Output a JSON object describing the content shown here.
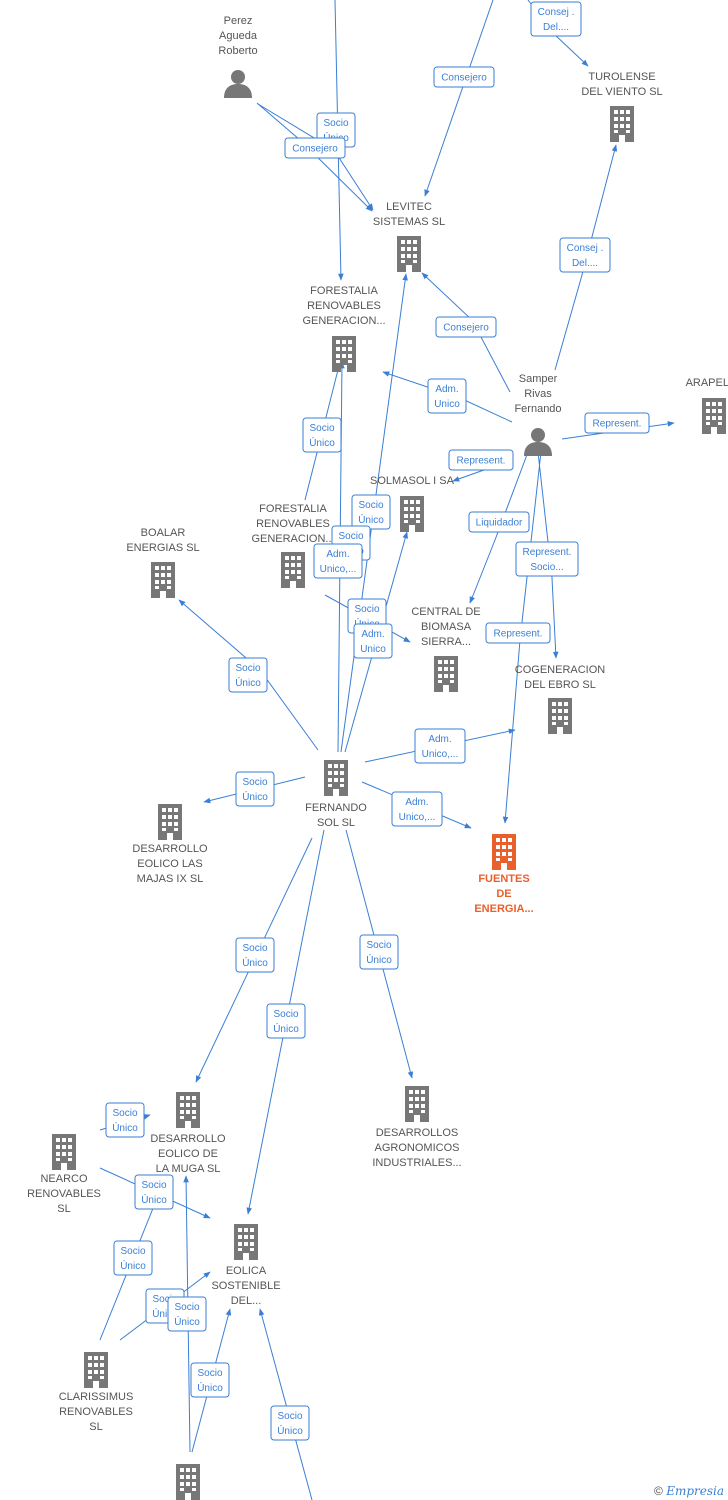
{
  "colors": {
    "edge": "#3a7fd5",
    "company": "#777777",
    "focus_company": "#e8602c",
    "person": "#777777"
  },
  "nodes": [
    {
      "id": "perez",
      "type": "person",
      "lines": [
        "Perez",
        "Agueda",
        "Roberto"
      ]
    },
    {
      "id": "turolense",
      "type": "company",
      "lines": [
        "TUROLENSE",
        "DEL VIENTO SL"
      ]
    },
    {
      "id": "levitec",
      "type": "company",
      "lines": [
        "LEVITEC",
        "SISTEMAS  SL"
      ]
    },
    {
      "id": "forestalia1",
      "type": "company",
      "lines": [
        "FORESTALIA",
        "RENOVABLES",
        "GENERACION..."
      ]
    },
    {
      "id": "samper",
      "type": "person",
      "lines": [
        "Samper",
        "Rivas",
        "Fernando"
      ]
    },
    {
      "id": "arapelle",
      "type": "company",
      "lines": [
        "ARAPELLE"
      ]
    },
    {
      "id": "solmasol",
      "type": "company",
      "lines": [
        "SOLMASOL I SA"
      ]
    },
    {
      "id": "forestalia2",
      "type": "company",
      "lines": [
        "FORESTALIA",
        "RENOVABLES",
        "GENERACION..."
      ]
    },
    {
      "id": "boalar",
      "type": "company",
      "lines": [
        "BOALAR",
        "ENERGIAS  SL"
      ]
    },
    {
      "id": "central",
      "type": "company",
      "lines": [
        "CENTRAL DE",
        "BIOMASA",
        "SIERRA..."
      ]
    },
    {
      "id": "cogeneracion",
      "type": "company",
      "lines": [
        "COGENERACION",
        "DEL EBRO  SL"
      ]
    },
    {
      "id": "fernando",
      "type": "company",
      "lines": [
        "FERNANDO",
        "SOL SL"
      ]
    },
    {
      "id": "desarrollo_majas",
      "type": "company",
      "lines": [
        "DESARROLLO",
        "EOLICO LAS",
        "MAJAS IX  SL"
      ]
    },
    {
      "id": "fuentes",
      "type": "company",
      "focus": true,
      "lines": [
        "FUENTES",
        "DE",
        "ENERGIA..."
      ]
    },
    {
      "id": "desarrollo_muga",
      "type": "company",
      "lines": [
        "DESARROLLO",
        "EOLICO DE",
        "LA MUGA SL"
      ]
    },
    {
      "id": "nearco",
      "type": "company",
      "lines": [
        "NEARCO",
        "RENOVABLES",
        "SL"
      ]
    },
    {
      "id": "desarrollos_agro",
      "type": "company",
      "lines": [
        "DESARROLLOS",
        "AGRONOMICOS",
        "INDUSTRIALES..."
      ]
    },
    {
      "id": "eolica",
      "type": "company",
      "lines": [
        "EOLICA",
        "SOSTENIBLE",
        "DEL..."
      ]
    },
    {
      "id": "clarissimus",
      "type": "company",
      "lines": [
        "CLARISSIMUS",
        "RENOVABLES",
        "SL"
      ]
    },
    {
      "id": "bottom_company",
      "type": "company",
      "lines": []
    }
  ],
  "edge_labels": [
    {
      "id": "consej_top",
      "lines": [
        "Consej .",
        "Del...."
      ]
    },
    {
      "id": "consejero_levitec",
      "lines": [
        "Consejero"
      ]
    },
    {
      "id": "socio_perez",
      "lines": [
        "Socio",
        "Único"
      ]
    },
    {
      "id": "consejero_perez",
      "lines": [
        "Consejero"
      ]
    },
    {
      "id": "consej_samper",
      "lines": [
        "Consej .",
        "Del...."
      ]
    },
    {
      "id": "consejero_samper",
      "lines": [
        "Consejero"
      ]
    },
    {
      "id": "adm_samper",
      "lines": [
        "Adm.",
        "Unico"
      ]
    },
    {
      "id": "represent_arapelle",
      "lines": [
        "Represent."
      ]
    },
    {
      "id": "represent_solmasol",
      "lines": [
        "Represent."
      ]
    },
    {
      "id": "liquidador",
      "lines": [
        "Liquidador"
      ]
    },
    {
      "id": "represent_socio",
      "lines": [
        "Represent.",
        "Socio..."
      ]
    },
    {
      "id": "represent_fuentes",
      "lines": [
        "Represent."
      ]
    },
    {
      "id": "socio_forestalia",
      "lines": [
        "Socio",
        "Único"
      ]
    },
    {
      "id": "socio_solmasol_a",
      "lines": [
        "Socio",
        "Único"
      ]
    },
    {
      "id": "socio_solmasol_b",
      "lines": [
        "Socio",
        "Único"
      ]
    },
    {
      "id": "adm_forestalia2",
      "lines": [
        "Adm.",
        "Unico,..."
      ]
    },
    {
      "id": "socio_central",
      "lines": [
        "Socio",
        "Único"
      ]
    },
    {
      "id": "adm_central",
      "lines": [
        "Adm.",
        "Unico"
      ]
    },
    {
      "id": "socio_boalar",
      "lines": [
        "Socio",
        "Único"
      ]
    },
    {
      "id": "adm_cogeneracion",
      "lines": [
        "Adm.",
        "Unico,..."
      ]
    },
    {
      "id": "socio_majas",
      "lines": [
        "Socio",
        "Único"
      ]
    },
    {
      "id": "adm_fuentes",
      "lines": [
        "Adm.",
        "Unico,..."
      ]
    },
    {
      "id": "socio_muga",
      "lines": [
        "Socio",
        "Único"
      ]
    },
    {
      "id": "socio_agro",
      "lines": [
        "Socio",
        "Único"
      ]
    },
    {
      "id": "socio_eolica",
      "lines": [
        "Socio",
        "Único"
      ]
    },
    {
      "id": "socio_nearco_muga",
      "lines": [
        "Socio",
        "Único"
      ]
    },
    {
      "id": "socio_nearco_eolica",
      "lines": [
        "Socio",
        "Único"
      ]
    },
    {
      "id": "socio_clar_muga",
      "lines": [
        "Socio",
        "Único"
      ]
    },
    {
      "id": "socio_clar_eolica",
      "lines": [
        "Socio",
        "Único"
      ]
    },
    {
      "id": "socio_bottom_a",
      "lines": [
        "Socio",
        "Único"
      ]
    },
    {
      "id": "socio_bottom_b",
      "lines": [
        "Socio",
        "Único"
      ]
    },
    {
      "id": "socio_bottom_c",
      "lines": [
        "Socio",
        "Único"
      ]
    }
  ],
  "footer": {
    "copyright": "©",
    "brand": "Empresia"
  }
}
